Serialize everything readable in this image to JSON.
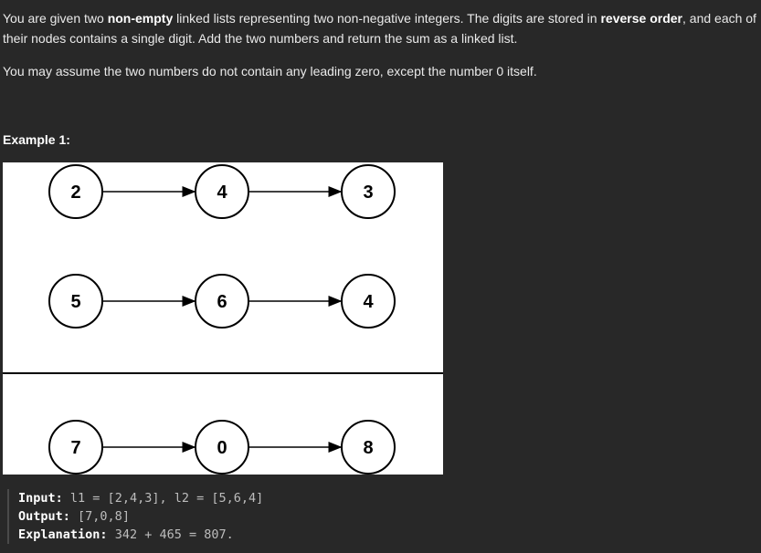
{
  "description": {
    "p1_a": "You are given two ",
    "p1_b": "non-empty",
    "p1_c": " linked lists representing two non-negative integers. The digits are stored in ",
    "p1_d": "reverse order",
    "p1_e": ", and each of their nodes contains a single digit. Add the two numbers and return the sum as a linked list.",
    "p2": "You may assume the two numbers do not contain any leading zero, except the number 0 itself."
  },
  "example": {
    "title": "Example 1:",
    "diagram": {
      "rows": [
        [
          "2",
          "4",
          "3"
        ],
        [
          "5",
          "6",
          "4"
        ],
        [
          "7",
          "0",
          "8"
        ]
      ]
    },
    "input_label": "Input:",
    "input_value": "l1 = [2,4,3], l2 = [5,6,4]",
    "output_label": "Output:",
    "output_value": "[7,0,8]",
    "explanation_label": "Explanation:",
    "explanation_value": "342 + 465 = 807."
  }
}
